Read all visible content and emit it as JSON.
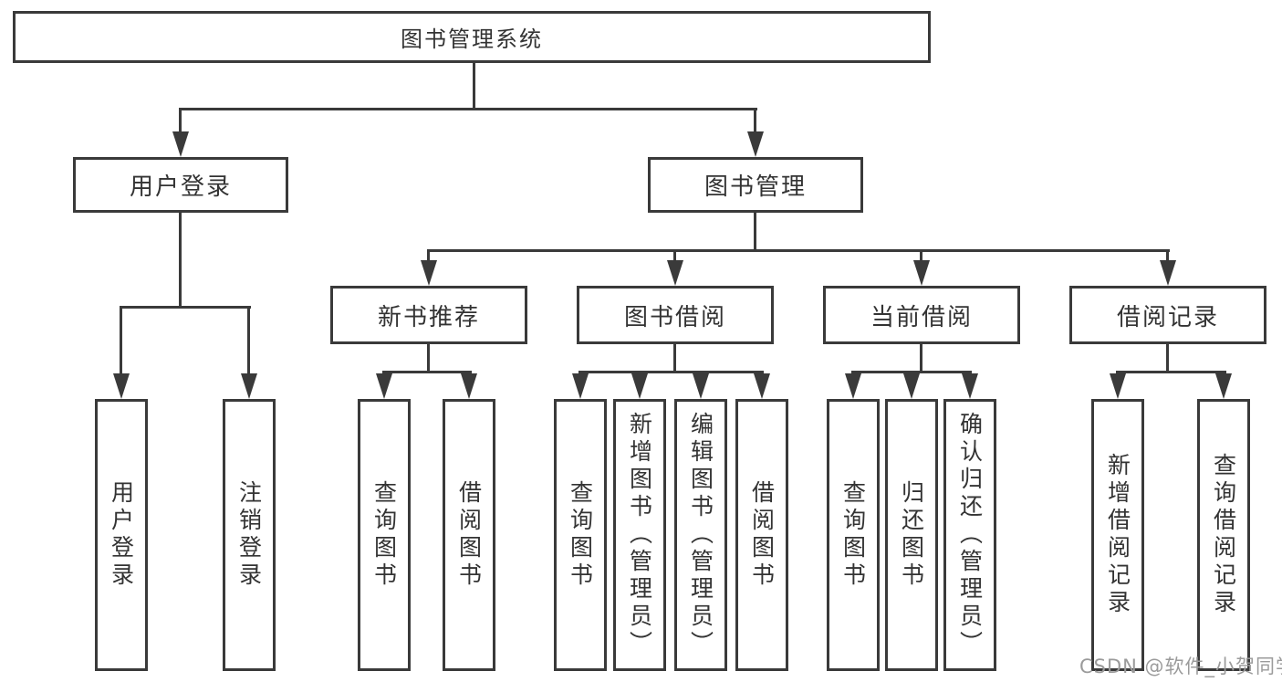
{
  "colors": {
    "line": "#3a3a3a",
    "text": "#333333",
    "box_fill": "#ffffff",
    "watermark": "#9b9b9b"
  },
  "nodes": {
    "root": "图书管理系统",
    "login": {
      "label": "用户登录",
      "leaves": [
        "用户登录",
        "注销登录"
      ]
    },
    "manage": {
      "label": "图书管理",
      "sections": [
        {
          "label": "新书推荐",
          "leaves": [
            "查询图书",
            "借阅图书"
          ]
        },
        {
          "label": "图书借阅",
          "leaves": [
            "查询图书",
            "新增图书（管理员）",
            "编辑图书（管理员）",
            "借阅图书"
          ]
        },
        {
          "label": "当前借阅",
          "leaves": [
            "查询图书",
            "归还图书",
            "确认归还（管理员）"
          ]
        },
        {
          "label": "借阅记录",
          "leaves": [
            "新增借阅记录",
            "查询借阅记录"
          ]
        }
      ]
    }
  },
  "watermark": "CSDN @软件_小贺同学"
}
